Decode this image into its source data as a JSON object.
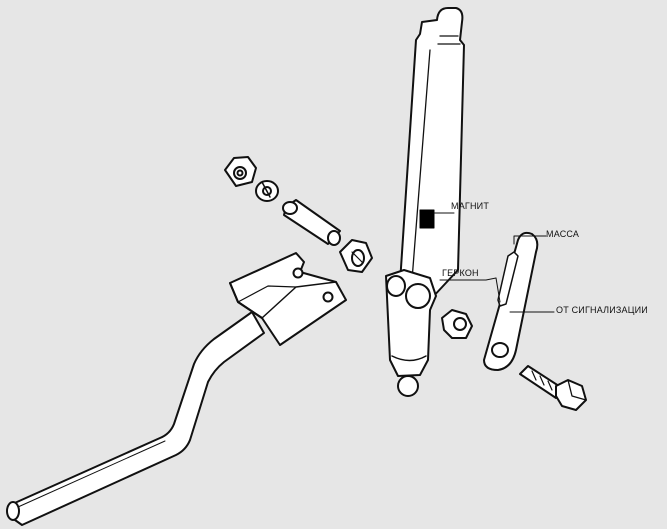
{
  "labels": {
    "magnet": "МАГНИТ",
    "mass": "МАССА",
    "reed_switch": "ГЕРКОН",
    "alarm": "ОТ СИГНАЛИЗАЦИИ"
  },
  "colors": {
    "background": "#e6e6e6",
    "part_fill": "#ffffff",
    "outline": "#111111",
    "magnet": "#000000"
  }
}
